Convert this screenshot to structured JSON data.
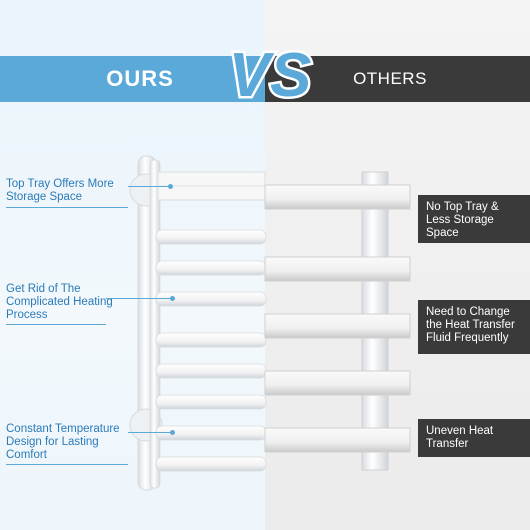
{
  "header": {
    "ours_label": "OURS",
    "vs_label": "VS",
    "others_label": "OTHERS"
  },
  "ours_features": [
    {
      "text": "Top Tray Offers More Storage Space"
    },
    {
      "text": "Get Rid of The Complicated Heating Process"
    },
    {
      "text": "Constant Temperature Design for Lasting Comfort"
    }
  ],
  "others_features": [
    {
      "text": "No Top Tray & Less Storage Space"
    },
    {
      "text": "Need to Change the Heat Transfer Fluid Frequently"
    },
    {
      "text": "Uneven Heat Transfer"
    }
  ],
  "colors": {
    "accent_blue": "#5aa9d9",
    "label_blue": "#2b7bb8",
    "dark_banner": "#3a3a3a",
    "left_bg": "#e9f4fb",
    "right_bg": "#eeeeee"
  }
}
